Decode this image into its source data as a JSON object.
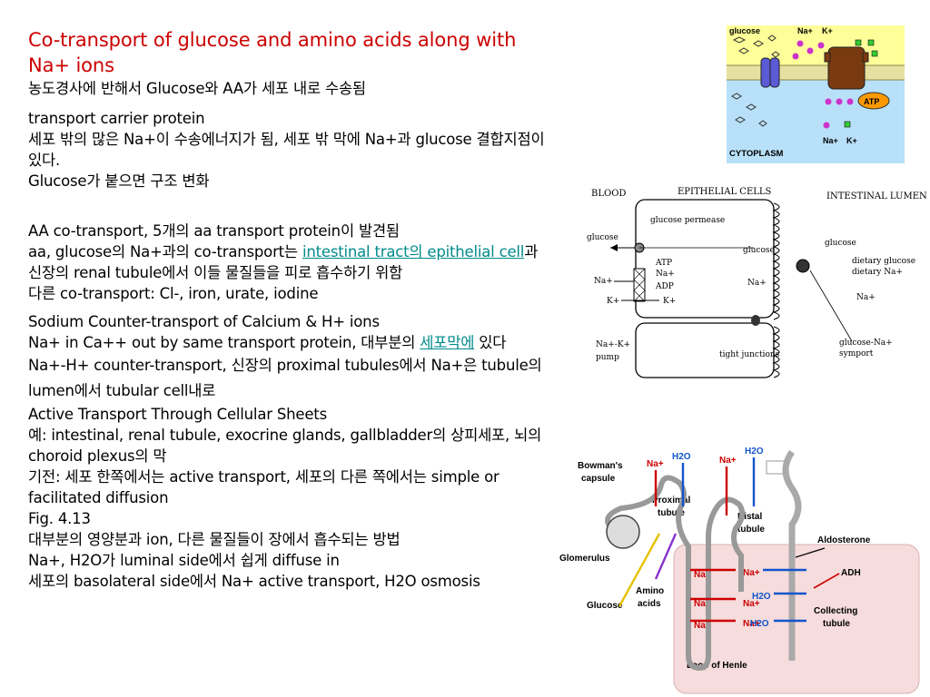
{
  "slide": {
    "title": "Co-transport of glucose and amino acids along with Na+ ions",
    "line_gradient": "농도경사에 반해서 Glucose와 AA가 세포 내로 수송됨",
    "line_carrier": "transport carrier protein",
    "line_energy": "세포 밖의 많은 Na+이 수송에너지가 됨, 세포 밖 막에 Na+과 glucose 결합지점이 있다.",
    "line_change": "Glucose가 붙으면 구조 변화",
    "aa_line1": "AA co-transport, 5개의 aa transport protein이 발견됨",
    "aa_line2_pre": "aa, glucose의 Na+과의 co-transport는 ",
    "aa_link": "intestinal tract의 epithelial cell",
    "aa_line2_post": "과 신장의 renal tubule에서 이들 물질들을 피로 흡수하기 위함",
    "aa_line3": "다른 co-transport: Cl-, iron, urate, iodine",
    "counter_title": "Sodium Counter-transport of Calcium & H+ ions",
    "counter_line1_pre": "Na+ in Ca++ out by same transport protein, 대부분의 ",
    "counter_link": "세포막에",
    "counter_line1_post": " 있다",
    "counter_line2": "Na+-H+ counter-transport, 신장의 proximal tubules에서 Na+은 tubule의 lumen에서 tubular cell내로",
    "sheets_title": "Active Transport Through Cellular Sheets",
    "sheets_line1": "예: intestinal, renal tubule, exocrine glands, gallbladder의 상피세포, 뇌의 choroid plexus의 막",
    "sheets_line2": "기전: 세포 한쪽에서는 active transport, 세포의 다른 쪽에서는 simple or facilitated diffusion",
    "sheets_fig": "Fig. 4.13",
    "sheets_line3": "대부분의 영양분과 ion, 다른 물질들이 장에서 흡수되는 방법",
    "sheets_line4": "Na+, H2O가 luminal side에서 쉽게 diffuse in",
    "sheets_line5": "세포의 basolateral side에서 Na+ active transport, H2O osmosis"
  },
  "figure_top": {
    "glucose": "glucose",
    "na": "Na+",
    "k": "K+",
    "atp": "ATP",
    "cytoplasm": "CYTOPLASM",
    "na2": "Na+",
    "k2": "K+",
    "colors": {
      "bg": "#ffff99",
      "cytoplasm": "#b8e0f8",
      "pump": "#7a3a10",
      "channel": "#5b5bd6"
    }
  },
  "figure_mid": {
    "blood": "BLOOD",
    "epithelial": "EPITHELIAL CELLS",
    "lumen": "INTESTINAL LUMEN",
    "permease": "glucose permease",
    "glucose_left": "glucose",
    "glucose_mid": "glucose",
    "glucose_right": "glucose",
    "atp": "ATP",
    "adp": "ADP",
    "na_left": "Na+",
    "na_cell": "Na+",
    "na_mid": "Na+",
    "na_right": "Na+",
    "k_left": "K+",
    "k_cell": "K+",
    "dietary_glucose": "dietary glucose",
    "dietary_na": "dietary Na+",
    "pump_line1": "Na+-K+",
    "pump_line2": "pump",
    "tight": "tight junctions",
    "symport_line1": "glucose-Na+",
    "symport_line2": "symport"
  },
  "figure_kidney": {
    "bowman1": "Bowman's",
    "bowman2": "capsule",
    "na1": "Na+",
    "h2o1": "H2O",
    "na2": "Na+",
    "h2o2": "H2O",
    "proximal1": "Proximal",
    "proximal2": "tubule",
    "distal1": "Distal",
    "distal2": "tubule",
    "aldosterone": "Aldosterone",
    "adh": "ADH",
    "glomerulus": "Glomerulus",
    "glucose": "Glucose",
    "amino1": "Amino",
    "amino2": "acids",
    "collecting1": "Collecting",
    "collecting2": "tubule",
    "henle": "Loop of Henle",
    "na_a": "Na+",
    "na_b": "Na+",
    "na_c": "Na+",
    "na_d": "Na+",
    "na_e": "Na+",
    "na_f": "Na+",
    "h2o_a": "H2O",
    "h2o_b": "H2O"
  }
}
